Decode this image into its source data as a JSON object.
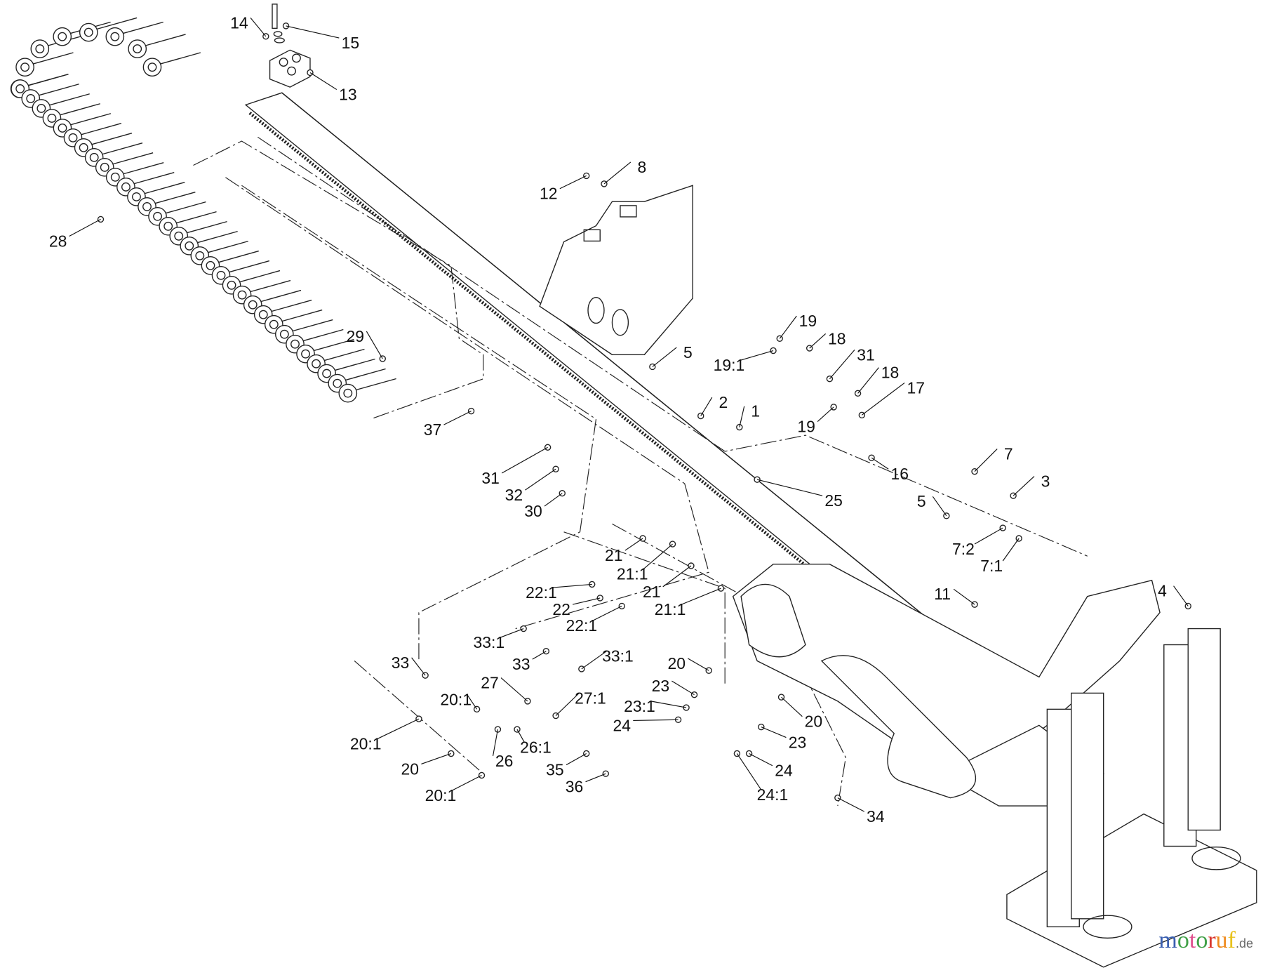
{
  "diagram": {
    "callouts": [
      "14",
      "15",
      "13",
      "8",
      "12",
      "28",
      "29",
      "5",
      "19",
      "18",
      "19:1",
      "31",
      "18",
      "17",
      "2",
      "1",
      "19",
      "37",
      "31",
      "16",
      "7",
      "3",
      "32",
      "25",
      "5",
      "30",
      "21",
      "7:2",
      "21:1",
      "7:1",
      "22:1",
      "21",
      "22",
      "4",
      "11",
      "22:1",
      "21:1",
      "33:1",
      "33",
      "33",
      "33:1",
      "20",
      "27",
      "23",
      "20:1",
      "27:1",
      "23:1",
      "20",
      "24",
      "23",
      "20:1",
      "26",
      "26:1",
      "20",
      "35",
      "24",
      "36",
      "20:1",
      "24:1",
      "34"
    ]
  },
  "watermark": {
    "letters": [
      "m",
      "o",
      "t",
      "o",
      "r",
      "u",
      "f"
    ],
    "suffix": ".de",
    "colors": [
      "#3a5fb0",
      "#3fa046",
      "#e0508f",
      "#3fa046",
      "#d9342b",
      "#ef8a1c",
      "#e8c21c"
    ]
  }
}
